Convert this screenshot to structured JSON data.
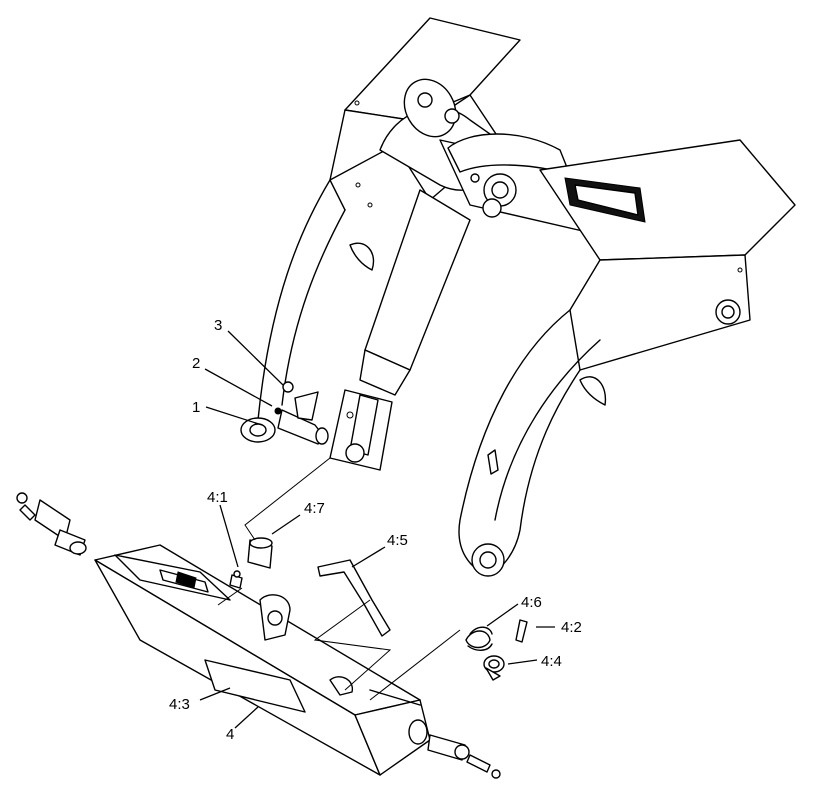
{
  "callouts": {
    "c1": "1",
    "c2": "2",
    "c3": "3",
    "c4": "4",
    "c4_1": "4:1",
    "c4_2": "4:2",
    "c4_3": "4:3",
    "c4_4": "4:4",
    "c4_5": "4:5",
    "c4_6": "4:6",
    "c4_7": "4:7"
  }
}
